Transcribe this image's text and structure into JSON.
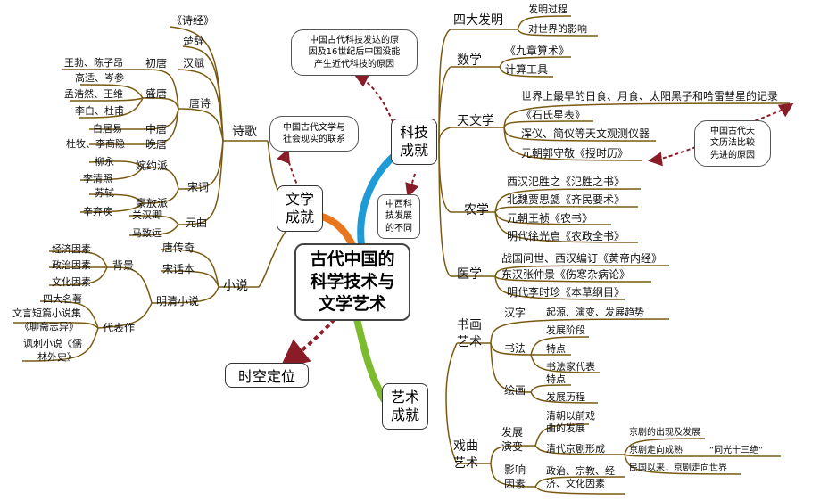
{
  "center": {
    "title_lines": [
      "古代中国的",
      "科学技术与",
      "文学艺术"
    ]
  },
  "branches": {
    "science": {
      "label_lines": [
        "科技",
        "成就"
      ]
    },
    "literature": {
      "label_lines": [
        "文学",
        "成就"
      ]
    },
    "art": {
      "label_lines": [
        "艺术",
        "成就"
      ]
    },
    "spacetime": {
      "label": "时空定位"
    }
  },
  "science": {
    "four_inventions": {
      "label": "四大发明",
      "items": [
        "发明过程",
        "对世界的影响"
      ]
    },
    "math": {
      "label": "数学",
      "items": [
        "《九章算术》",
        "计算工具"
      ]
    },
    "astronomy": {
      "label": "天文学",
      "items": [
        "世界上最早的日食、月食、太阳黑子和哈雷彗星的记录",
        "《石氏星表》",
        "浑仪、简仪等天文观测仪器",
        "元朝郭守敬《授时历》"
      ]
    },
    "agriculture": {
      "label": "农学",
      "items": [
        "西汉氾胜之《氾胜之书》",
        "北魏贾思勰《齐民要术》",
        "元朝王祯《农书》",
        "明代徐光启《农政全书》"
      ]
    },
    "medicine": {
      "label": "医学",
      "items": [
        "战国问世、西汉编订《黄帝内经》",
        "东汉张仲景《伤寒杂病论》",
        "明代李时珍《本草纲目》"
      ]
    }
  },
  "literature": {
    "poetry": {
      "label": "诗歌",
      "shijing": "《诗经》",
      "chuci": "楚辞",
      "hanfu": "汉赋",
      "tang": {
        "label": "唐诗",
        "early": {
          "label": "初唐",
          "poets": "王勃、陈子昂"
        },
        "high": {
          "label": "盛唐",
          "poets": [
            "高适、岑参",
            "孟浩然、王维",
            "李白、杜甫"
          ]
        },
        "mid": {
          "label": "中唐",
          "poets": "白居易"
        },
        "late": {
          "label": "晚唐",
          "poets": "杜牧、李商隐"
        }
      },
      "song": {
        "label": "宋词",
        "wanyue": {
          "label": "婉约派",
          "poets": [
            "柳永",
            "李清照"
          ]
        },
        "haofang": {
          "label": "豪放派",
          "poets": [
            "苏轼",
            "辛弃疾"
          ]
        }
      },
      "yuan": {
        "label": "元曲",
        "items": [
          "关汉卿",
          "马致远"
        ]
      }
    },
    "novel": {
      "label": "小说",
      "tang": "唐传奇",
      "song": "宋话本",
      "mingqing": {
        "label": "明清小说",
        "background": {
          "label": "背景",
          "items": [
            "经济因素",
            "政治因素",
            "文化因素"
          ]
        },
        "works": {
          "label": "代表作",
          "items": [
            "四大名著",
            "文言短篇小说集",
            "《聊斋志异》",
            "讽刺小说《儒",
            "林外史》"
          ]
        }
      }
    }
  },
  "art": {
    "calligraphy_painting": {
      "label_lines": [
        "书画",
        "艺术"
      ],
      "hanzi": {
        "label": "汉字",
        "item": "起源、演变、发展趋势"
      },
      "shufa": {
        "label": "书法",
        "items": [
          "发展阶段",
          "特点",
          "书法家代表"
        ]
      },
      "huihua": {
        "label": "绘画",
        "items": [
          "特点",
          "发展历程"
        ]
      }
    },
    "opera": {
      "label_lines": [
        "戏曲",
        "艺术"
      ],
      "development": {
        "label_lines": [
          "发展",
          "演变"
        ],
        "pre_qing_lines": [
          "清朝以前戏",
          "曲的发展"
        ],
        "qing": "清代京剧形成",
        "peking": [
          "京剧的出现及发展",
          "京剧走向成熟",
          "“同光十三绝”",
          "民国以来，京剧走向世界"
        ]
      },
      "factors": {
        "label_lines": [
          "影响",
          "因素"
        ],
        "text_lines": [
          "政治、宗教、经",
          "济、文化因素"
        ]
      }
    }
  },
  "callouts": {
    "science_question": [
      "中国古代科技发达的原",
      "因及16世纪后中国没能",
      "产生近代科技的原因"
    ],
    "lit_reality": [
      "中国古代文学与",
      "社会现实的联系"
    ],
    "east_west": [
      "中西科",
      "技发展",
      "的不同"
    ],
    "calendar": [
      "中国古代天",
      "文历法比较",
      "先进的原因"
    ]
  },
  "colors": {
    "science": "#1e9bd7",
    "literature": "#e8761e",
    "art": "#7dbb2e",
    "spacetime": "#8e1c2a",
    "connector": "#7a5a12",
    "dashed": "#8a1c28"
  }
}
